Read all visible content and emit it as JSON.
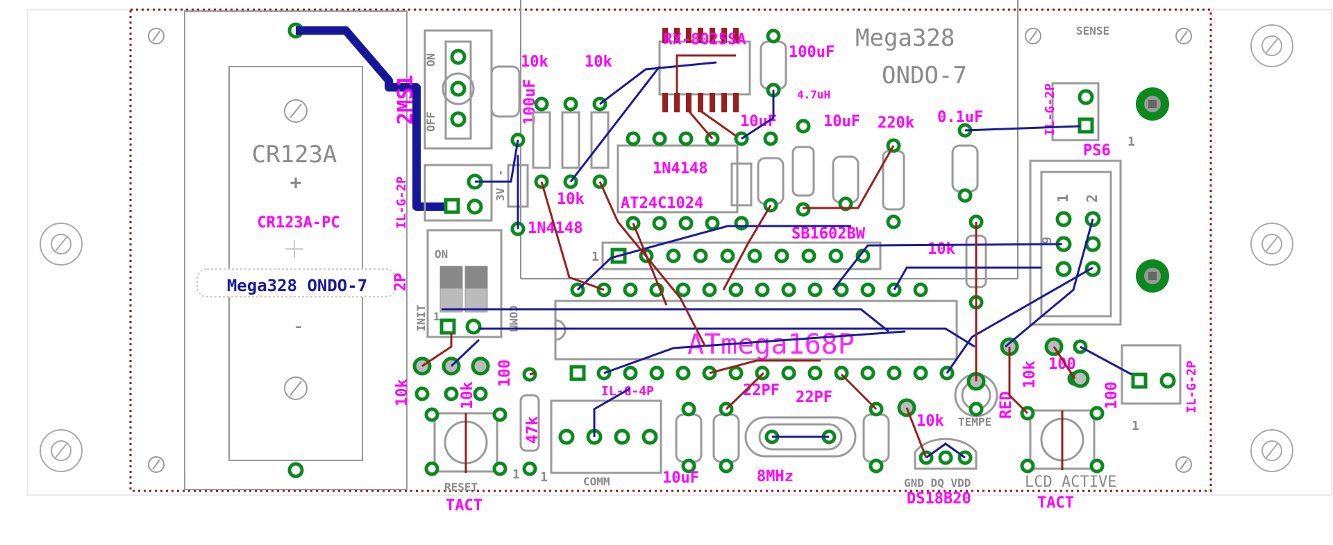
{
  "board": {
    "title_line1": "Mega328",
    "title_line2": "ONDO-7",
    "outline_color": "#8b1a1a",
    "silk_color": "#9a9a9a",
    "pad_color": "#0a8a1e",
    "value_color": "#ff00ff",
    "trace_top_color": "#9a1f1f",
    "trace_bottom_color": "#1a1a9a"
  },
  "battery": {
    "type": "CR123A",
    "plus": "+",
    "name": "CR123A-PC",
    "minus": "-",
    "label": "Mega328 ONDO-7"
  },
  "labels": {
    "sense": "SENSE",
    "switch_name": "2MS1",
    "switch_on": "ON",
    "switch_off": "OFF",
    "conn_batt": "IL-G-2P",
    "v3": "3V",
    "minus_sign": "-",
    "dip_on": "ON",
    "dip_name": "2P",
    "dip_init": "INIT",
    "dip_comm": "COMM",
    "dip_one": "1",
    "rtc": "RX-8025SA",
    "cap_100u_a": "100uF",
    "cap_100u_b": "100uF",
    "inductor": "4.7uH",
    "r10k_a": "10k",
    "r10k_b": "10k",
    "r10k_c": "10k",
    "r10k_d": "10k",
    "r10k_e": "10k",
    "r10k_f": "10k",
    "r10k_g": "10k",
    "cap_10u_a": "10uF",
    "cap_10u_b": "10uF",
    "cap_10u_c": "10uF",
    "r220k": "220k",
    "cap_01u": "0.1uF",
    "conn_ps": "IL-G-2P",
    "ps_name": "PS6",
    "diode_a": "1N4148",
    "diode_b": "1N4148",
    "eeprom": "AT24C1024",
    "lcd": "SB1602BW",
    "lcd_pin1": "1",
    "mcu": "ATmega168P",
    "header_pin1": "1",
    "header_pin2": "2",
    "header_pin9": "9",
    "r100_a": "100",
    "r100_b": "100",
    "r100_c": "100",
    "r47k": "47k",
    "conn_comm": "IL-G-4P",
    "comm_name": "COMM",
    "comm_pin1": "1",
    "cap_22p_a": "22PF",
    "cap_22p_b": "22PF",
    "crystal": "8MHz",
    "tempe": "TEMPE",
    "led_red": "RED",
    "conn_right": "IL-G-2P",
    "conn_right_pin1": "1",
    "reset": "RESET",
    "tact_a": "TACT",
    "tact_b": "TACT",
    "dq_pins": "GND DQ VDD",
    "ds18b20": "DS18B20",
    "lcd_active": "LCD ACTIVE",
    "one_a": "1",
    "one_b": "1",
    "one_c": "1"
  }
}
